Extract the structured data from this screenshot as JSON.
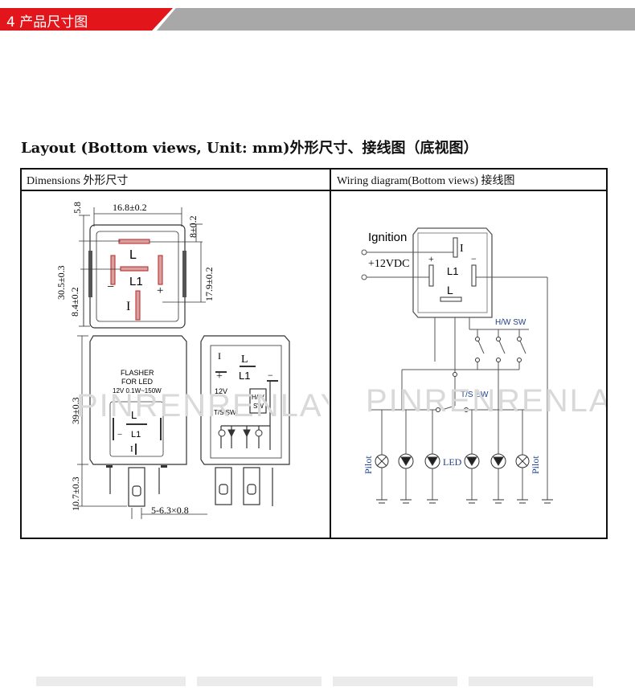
{
  "header": {
    "title": "4  产品尺寸图"
  },
  "layout_title": "Layout    (Bottom views, Unit: mm)外形尺寸、接线图（底视图）",
  "dimensions": {
    "title": "Dimensions 外形尺寸",
    "d_top_width": "16.8±0.2",
    "d_top_offset": "5.8",
    "d_right_top": "8±0.2",
    "d_right_lower": "17.9±0.2",
    "d_left_total": "30.5±0.3",
    "d_left_lower": "8.4±0.2",
    "d_height": "39±0.3",
    "d_pin_len": "10.7±0.3",
    "d_pin_width": "5-6.3×0.8",
    "pin_L": "L",
    "pin_L1": "L1",
    "pin_I": "I",
    "minus": "−",
    "plus": "+",
    "label_flasher": "FLASHER",
    "label_for_led": "FOR LED",
    "label_rating": "12V  0.1W~150W",
    "back_I": "I",
    "back_L": "L",
    "back_plus": "+",
    "back_L1": "L1",
    "back_minus": "−",
    "back_12v": "12V",
    "back_hw": "H/W",
    "back_sw": "SW",
    "back_ts": "T/S SW"
  },
  "wiring": {
    "title": "Wiring diagram(Bottom views)  接线图",
    "ignition": "Ignition",
    "v12": "+12VDC",
    "pin_I": "I",
    "pin_L1": "L1",
    "pin_L": "L",
    "plus": "+",
    "minus": "−",
    "hw_sw": "H/W SW",
    "ts_sw": "T/S SW",
    "pilot_left": "Pilot",
    "pilot_right": "Pilot",
    "led": "LED"
  },
  "watermark": "PINRENRENLAY"
}
